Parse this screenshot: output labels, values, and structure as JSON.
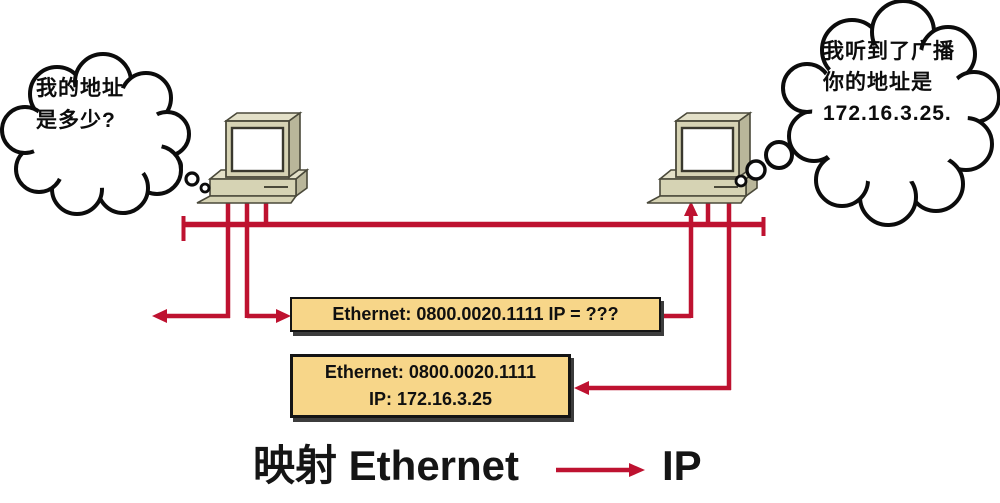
{
  "diagram": {
    "kind": "ARP address-resolution diagram",
    "left_bubble": {
      "line1": "我的地址",
      "line2": "是多少?"
    },
    "right_bubble": {
      "line1": "我听到了广播",
      "line2": "你的地址是",
      "line3": "172.16.3.25."
    },
    "frames": {
      "request": "Ethernet: 0800.0020.1111 IP = ???",
      "reply_line1": "Ethernet: 0800.0020.1111",
      "reply_line2": "IP: 172.16.3.25"
    },
    "caption": {
      "left": "映射 Ethernet",
      "right": "IP"
    },
    "colors": {
      "line_red": "#BE1230",
      "box_fill": "#F7D689",
      "box_border": "#141414",
      "box_shadow": "#3C3C3C",
      "computer_body": "#D6D3B4",
      "computer_side": "#B9B69A",
      "computer_top": "#E3E0C8",
      "outline": "#4A493A"
    }
  }
}
